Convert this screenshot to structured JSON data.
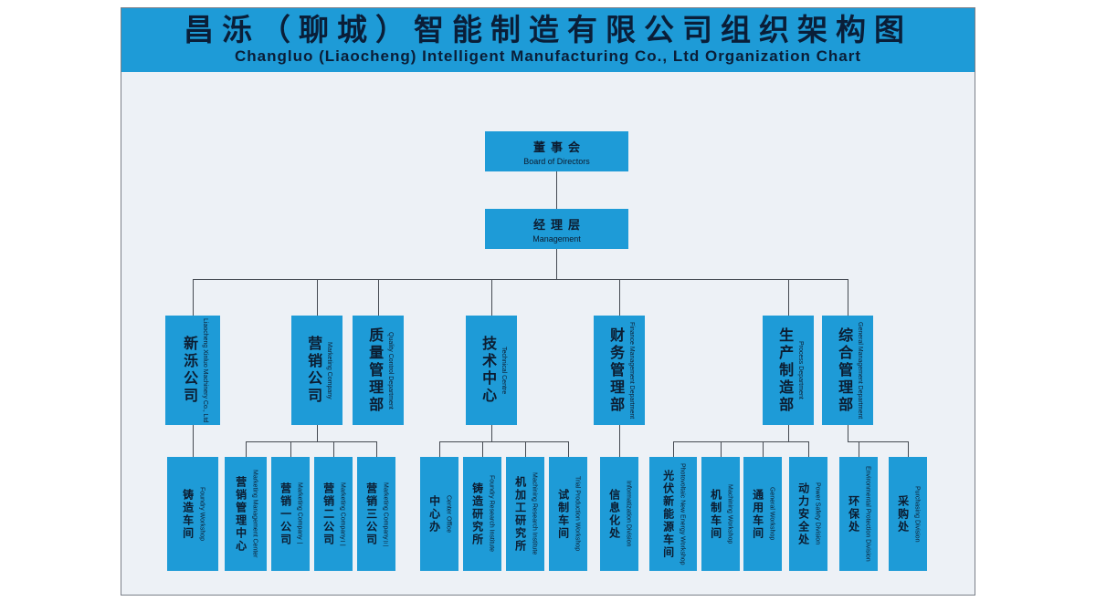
{
  "header": {
    "title_zh": "昌泺（聊城）智能制造有限公司组织架构图",
    "title_en": "Changluo (Liaocheng) Intelligent Manufacturing Co., Ltd Organization Chart"
  },
  "colors": {
    "header_bg": "#1e9bd7",
    "node_bg": "#1e9bd7",
    "title_text": "#0a1e38",
    "node_text": "#0c1c30",
    "canvas_bg": "#edf1f6",
    "connector": "#454a52",
    "page_bg": "#ffffff"
  },
  "org_chart": {
    "type": "org-tree",
    "root": {
      "zh": "董事会",
      "en": "Board of Directors"
    },
    "management": {
      "zh": "经理层",
      "en": "Management"
    },
    "branches": [
      {
        "zh": "新泺公司",
        "en": "Liaocheng Xinluo Machinery Co., Ltd",
        "children": [
          {
            "zh": "铸造车间",
            "en": "Foundry Workshop"
          }
        ]
      },
      {
        "zh": "营销公司",
        "en": "Marketing Company",
        "children": [
          {
            "zh": "营销管理中心",
            "en": "Marketing Management Center"
          },
          {
            "zh": "营销一公司",
            "en": "Marketing Company一"
          },
          {
            "zh": "营销二公司",
            "en": "Marketing Company二"
          },
          {
            "zh": "营销三公司",
            "en": "Marketing Company三"
          }
        ]
      },
      {
        "zh": "质量管理部",
        "en": "Quality Control Department",
        "children": []
      },
      {
        "zh": "技术中心",
        "en": "Technical Centre",
        "children": [
          {
            "zh": "中心办",
            "en": "Center Office"
          },
          {
            "zh": "铸造研究所",
            "en": "Foundry Research Institute"
          },
          {
            "zh": "机加工研究所",
            "en": "Machining Research Institute"
          },
          {
            "zh": "试制车间",
            "en": "Trial Production Workshop"
          }
        ]
      },
      {
        "zh": "财务管理部",
        "en": "Finance Management Department",
        "children": [
          {
            "zh": "信息化处",
            "en": "Informatization Division"
          }
        ]
      },
      {
        "zh": "生产制造部",
        "en": "Process Department",
        "children": [
          {
            "zh": "光伏新能源车间",
            "en": "Photovoltaic New Energy Workshop"
          },
          {
            "zh": "机制车间",
            "en": "Machining Workshop"
          },
          {
            "zh": "通用车间",
            "en": "General Workshop"
          },
          {
            "zh": "动力安全处",
            "en": "Power Safety Division"
          }
        ]
      },
      {
        "zh": "综合管理部",
        "en": "General Management Department",
        "children": [
          {
            "zh": "环保处",
            "en": "Environmental Protection Division"
          },
          {
            "zh": "采购处",
            "en": "Purchasing Division"
          }
        ]
      }
    ]
  }
}
